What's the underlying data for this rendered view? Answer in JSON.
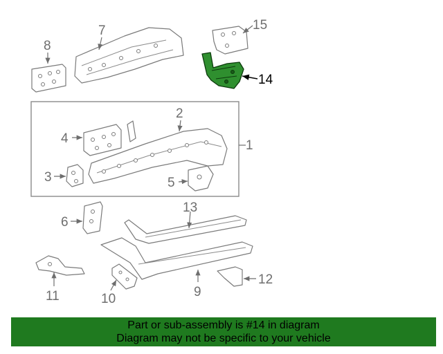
{
  "diagram": {
    "callouts": [
      "1",
      "2",
      "3",
      "4",
      "5",
      "6",
      "7",
      "8",
      "9",
      "10",
      "11",
      "12",
      "13",
      "14",
      "15"
    ],
    "highlighted_part": "14",
    "highlight_color": "#2f8f2f"
  },
  "banner": {
    "background": "#1f7a1f",
    "line1": "Part or sub-assembly is #14 in diagram",
    "line2": "Diagram may not be specific to your vehicle"
  }
}
